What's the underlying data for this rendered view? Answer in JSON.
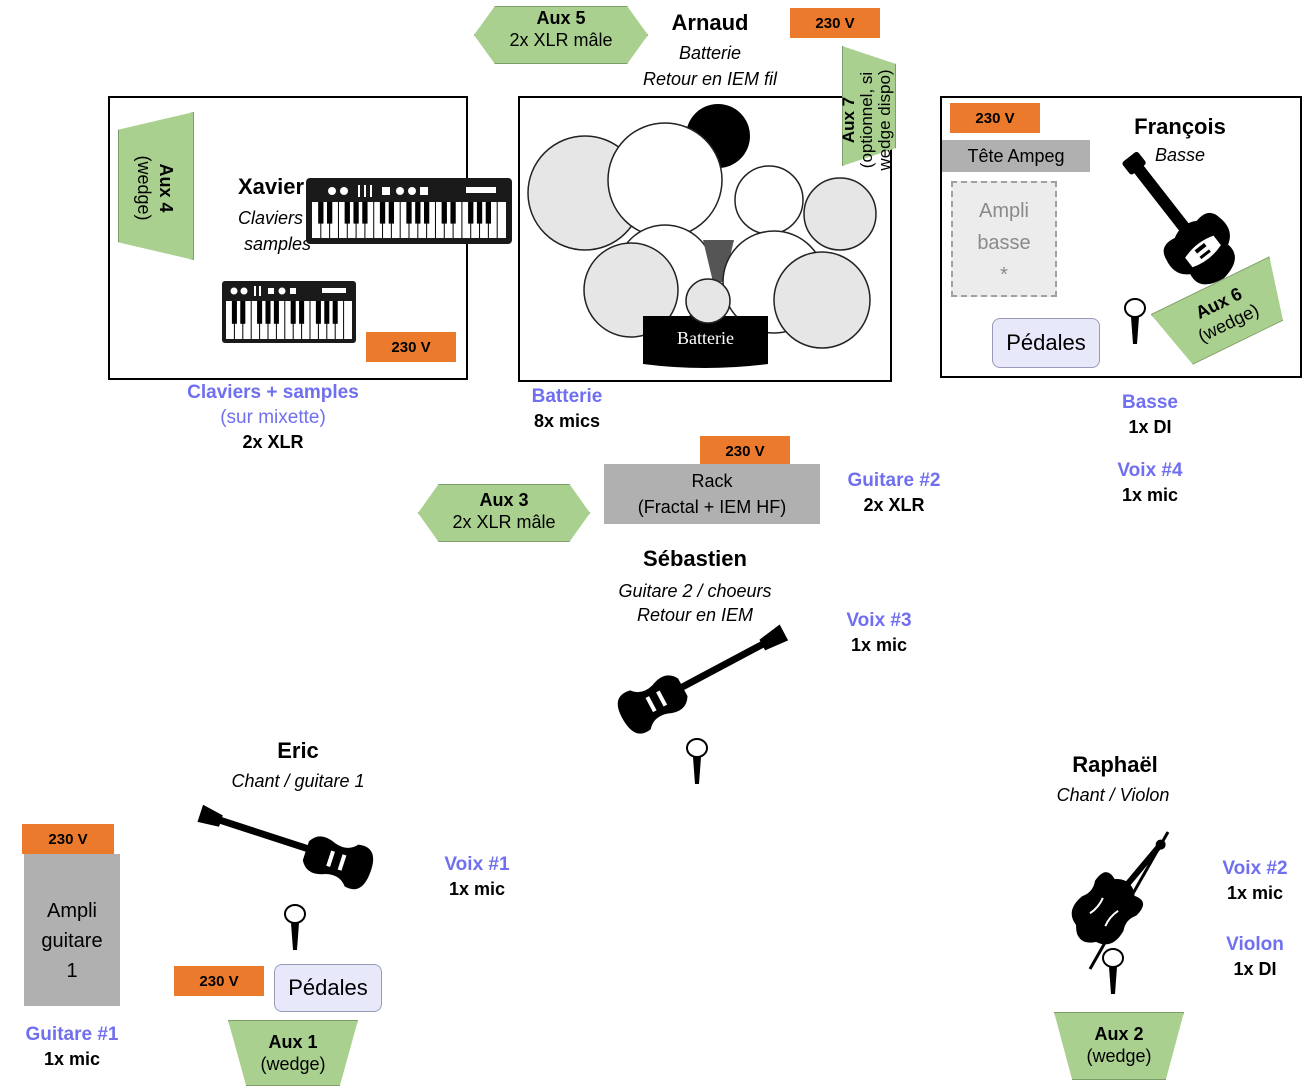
{
  "power_label": "230 V",
  "musicians": {
    "arnaud": {
      "name": "Arnaud",
      "role1": "Batterie",
      "role2": "Retour en IEM fil"
    },
    "xavier": {
      "name": "Xavier",
      "role1": "Claviers +",
      "role2": "samples"
    },
    "francois": {
      "name": "François",
      "role1": "Basse"
    },
    "sebastien": {
      "name": "Sébastien",
      "role1": "Guitare 2 / choeurs",
      "role2": "Retour en IEM"
    },
    "eric": {
      "name": "Eric",
      "role1": "Chant / guitare 1"
    },
    "raphael": {
      "name": "Raphaël",
      "role1": "Chant / Violon"
    }
  },
  "aux": {
    "aux1": {
      "title": "Aux 1",
      "sub": "(wedge)"
    },
    "aux2": {
      "title": "Aux 2",
      "sub": "(wedge)"
    },
    "aux3": {
      "title": "Aux 3",
      "sub": "2x XLR mâle"
    },
    "aux4": {
      "title": "Aux 4",
      "sub": "(wedge)"
    },
    "aux5": {
      "title": "Aux 5",
      "sub": "2x XLR mâle"
    },
    "aux6": {
      "title": "Aux 6",
      "sub": "(wedge)"
    },
    "aux7": {
      "title": "Aux 7",
      "sub1": "(optionnel, si",
      "sub2": "wedge dispo)"
    }
  },
  "equipment": {
    "drum_label": "Batterie",
    "tete_ampeg": "Tête Ampeg",
    "ampli_basse": [
      "Ampli",
      "basse",
      "*"
    ],
    "pedales": "Pédales",
    "rack": [
      "Rack",
      "(Fractal + IEM HF)"
    ],
    "ampli_guitare": [
      "Ampli",
      "guitare",
      "1"
    ]
  },
  "channels": {
    "claviers": {
      "title": "Claviers + samples",
      "sub": "(sur mixette)",
      "io": "2x XLR"
    },
    "batterie": {
      "title": "Batterie",
      "io": "8x mics"
    },
    "basse": {
      "title": "Basse",
      "io": "1x DI"
    },
    "voix4": {
      "title": "Voix #4",
      "io": "1x mic"
    },
    "guitare2": {
      "title": "Guitare #2",
      "io": "2x XLR"
    },
    "voix3": {
      "title": "Voix #3",
      "io": "1x mic"
    },
    "voix1": {
      "title": "Voix #1",
      "io": "1x mic"
    },
    "voix2": {
      "title": "Voix #2",
      "io": "1x mic"
    },
    "violon": {
      "title": "Violon",
      "io": "1x DI"
    },
    "guitare1": {
      "title": "Guitare #1",
      "io": "1x mic"
    }
  },
  "colors": {
    "power": "#ec7a2c",
    "aux": "#a9d08e",
    "channel": "#6f6ff0",
    "grey": "#b0b0b0",
    "pedal": "#e8e8fb"
  }
}
